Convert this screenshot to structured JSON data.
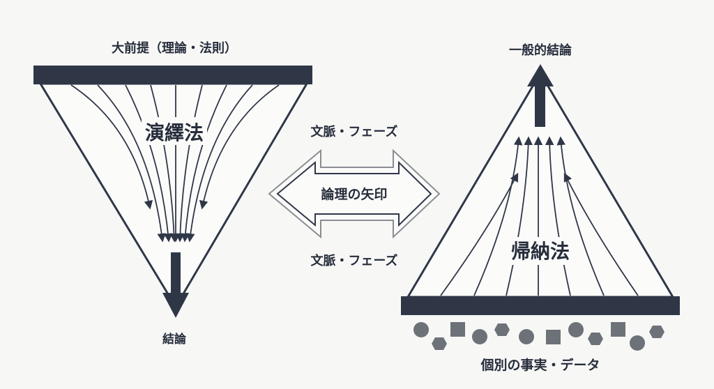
{
  "deduction": {
    "top_label": "大前提（理論・法則）",
    "method": "演繹法",
    "bottom_label": "結論"
  },
  "induction": {
    "top_label": "一般的結論",
    "method": "帰納法",
    "bottom_label": "個別の事実・データ"
  },
  "center": {
    "arrow_label": "論理の矢印",
    "context_top": "文脈・フェーズ",
    "context_bottom": "文脈・フェーズ"
  },
  "colors": {
    "dark": "#2f3747",
    "shape": "#6d7178",
    "outline": "#8a8d92"
  }
}
